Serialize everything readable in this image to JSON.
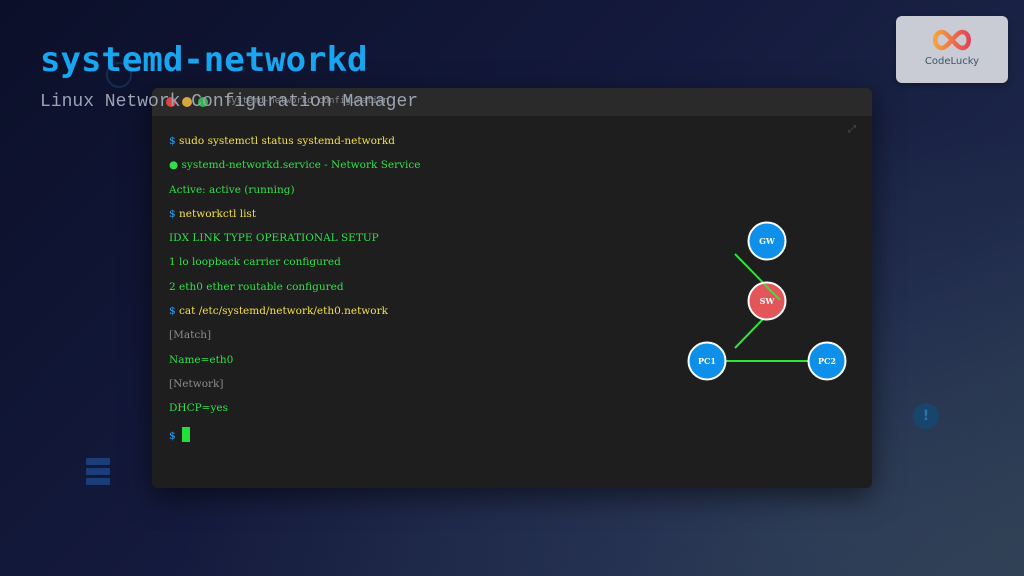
{
  "header": {
    "title": "systemd-networkd",
    "subtitle": "Linux Network Configuration Manager"
  },
  "logo": {
    "text": "CodeLucky"
  },
  "terminal": {
    "window_title": "systemd-networkd configuration",
    "lines": [
      {
        "prompt": "$",
        "text": "sudo systemctl status systemd-networkd",
        "style": "cmd"
      },
      {
        "text": "● systemd-networkd.service - Network Service",
        "style": "out"
      },
      {
        "text": "Active: active (running)",
        "style": "out"
      },
      {
        "prompt": "$",
        "text": "networkctl list",
        "style": "cmd"
      },
      {
        "text": "IDX LINK TYPE OPERATIONAL SETUP",
        "style": "out"
      },
      {
        "text": "1 lo loopback carrier configured",
        "style": "out"
      },
      {
        "text": "2 eth0 ether routable configured",
        "style": "out"
      },
      {
        "prompt": "$",
        "text": "cat /etc/systemd/network/eth0.network",
        "style": "cmd"
      },
      {
        "text": "[Match]",
        "style": "cfg"
      },
      {
        "text": "Name=eth0",
        "style": "out"
      },
      {
        "text": "[Network]",
        "style": "cfg"
      },
      {
        "text": "DHCP=yes",
        "style": "out"
      }
    ],
    "final_prompt": "$"
  },
  "network": {
    "nodes": [
      "GW",
      "SW",
      "PC1",
      "PC2"
    ],
    "colors": {
      "node": "#0d8fea",
      "switch": "#e2565a",
      "link": "#2ee63a"
    }
  },
  "icons": [
    "expand-icon",
    "server-icon",
    "alert-icon",
    "logo-icon"
  ]
}
